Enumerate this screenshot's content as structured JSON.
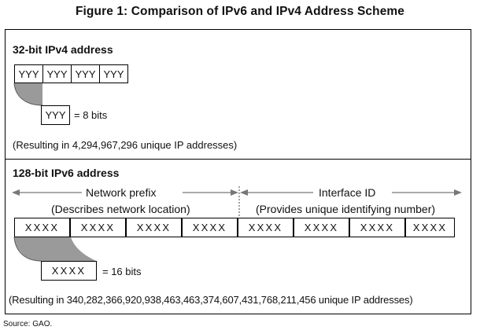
{
  "figure": {
    "title": "Figure 1:  Comparison of IPv6 and IPv4 Address Scheme",
    "source": "Source: GAO."
  },
  "ipv4": {
    "heading": "32-bit IPv4 address",
    "segments": [
      "YYY",
      "YYY",
      "YYY",
      "YYY"
    ],
    "zoom_segment": "YYY",
    "bits_label": "= 8 bits",
    "result": "(Resulting in 4,294,967,296 unique IP addresses)"
  },
  "ipv6": {
    "heading": "128-bit IPv6 address",
    "network_prefix": "Network prefix",
    "network_prefix_desc": "(Describes network location)",
    "interface_id": "Interface ID",
    "interface_id_desc": "(Provides unique identifying number)",
    "segments": [
      "XXXX",
      "XXXX",
      "XXXX",
      "XXXX",
      "XXXX",
      "XXXX",
      "XXXX",
      "XXXX"
    ],
    "zoom_segment": "XXXX",
    "bits_label": "= 16 bits",
    "result": "(Resulting in 340,282,366,920,938,463,463,374,607,431,768,211,456 unique IP addresses)"
  },
  "colors": {
    "wedge_fill": "#9a9a9a",
    "arrow": "#777777",
    "border": "#000000"
  }
}
